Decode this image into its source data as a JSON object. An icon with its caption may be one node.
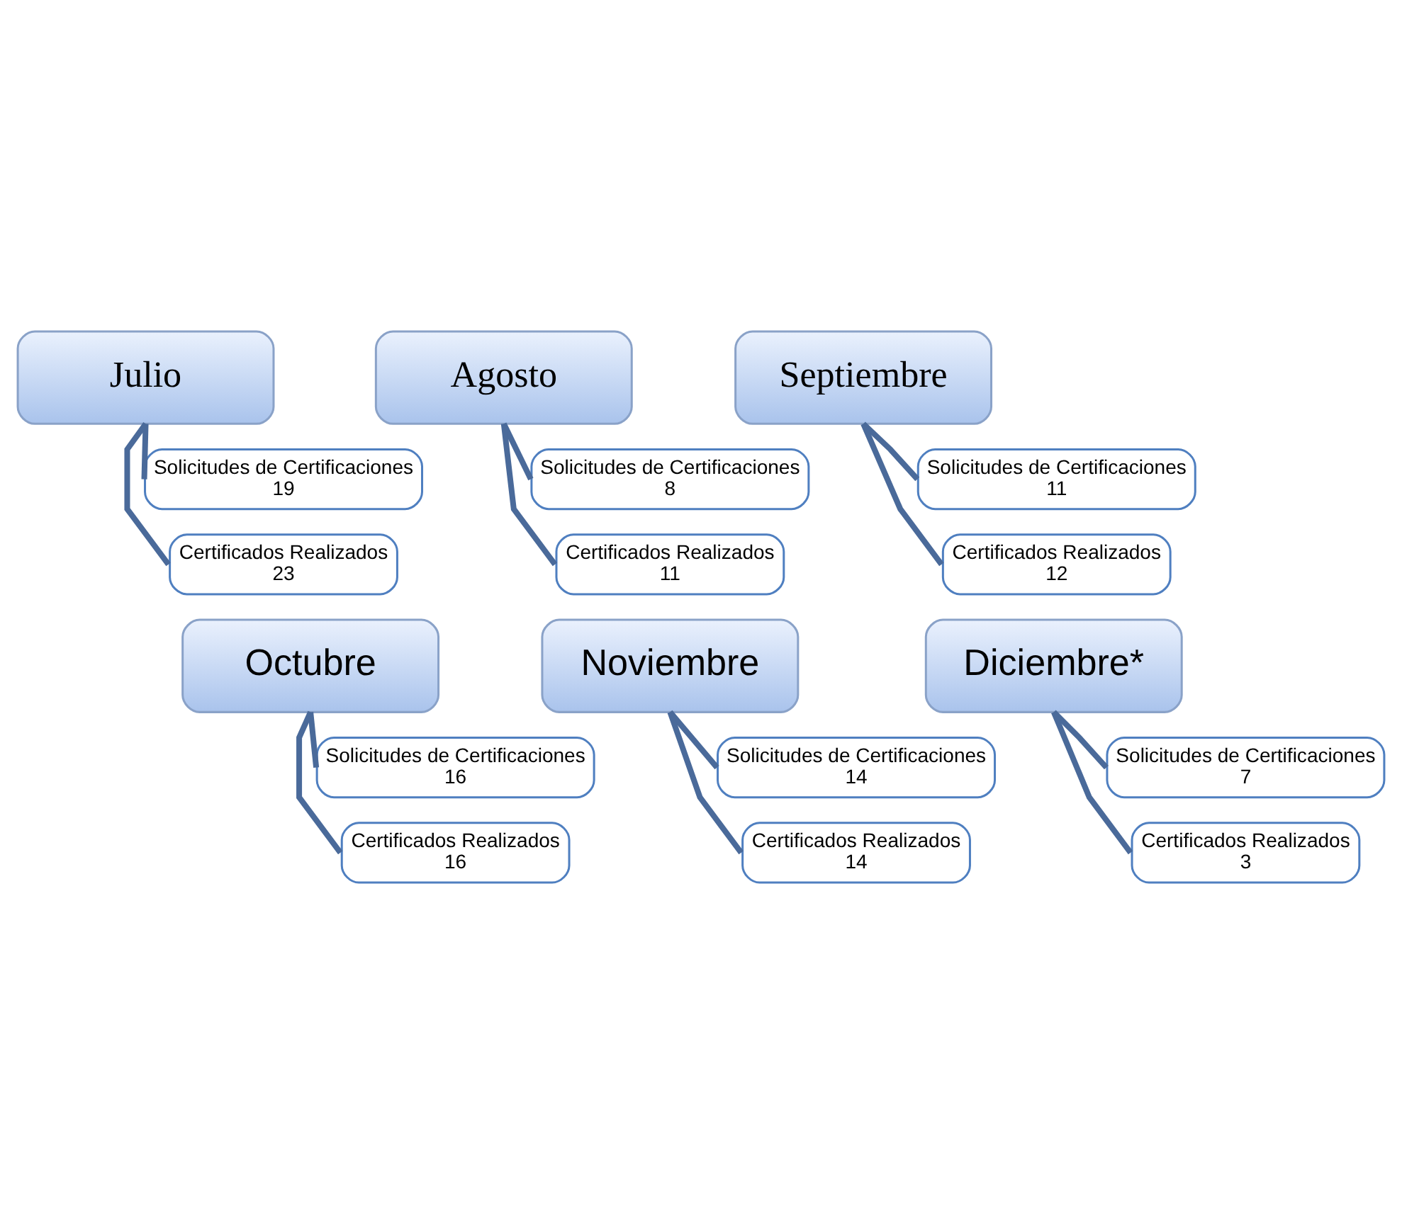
{
  "diagram": {
    "nodes": [
      {
        "text": [
          "Julio"
        ]
      },
      {
        "text": [
          "Solicitudes de Certificaciones",
          "19"
        ]
      },
      {
        "text": [
          "Certificados Realizados",
          "23"
        ]
      },
      {
        "text": [
          "Agosto"
        ]
      },
      {
        "text": [
          "Solicitudes de Certificaciones",
          "8"
        ]
      },
      {
        "text": [
          "Certificados Realizados",
          "11"
        ]
      },
      {
        "text": [
          "Septiembre"
        ]
      },
      {
        "text": [
          "Solicitudes de Certificaciones",
          "11"
        ]
      },
      {
        "text": [
          "Certificados Realizados",
          "12"
        ]
      },
      {
        "text": [
          "Octubre"
        ]
      },
      {
        "text": [
          "Solicitudes de Certificaciones",
          "16"
        ]
      },
      {
        "text": [
          "Certificados Realizados",
          "16"
        ]
      },
      {
        "text": [
          "Noviembre"
        ]
      },
      {
        "text": [
          "Solicitudes de Certificaciones",
          "14"
        ]
      },
      {
        "text": [
          "Certificados Realizados",
          "14"
        ]
      },
      {
        "text": [
          "Diciembre*"
        ]
      },
      {
        "text": [
          "Solicitudes de Certificaciones",
          "7"
        ]
      },
      {
        "text": [
          "Certificados Realizados",
          "3"
        ]
      }
    ],
    "edges": [
      {
        "from": 0,
        "to": 1,
        "arrow": "none"
      },
      {
        "from": 0,
        "to": 2,
        "arrow": "none"
      },
      {
        "from": 3,
        "to": 4,
        "arrow": "none"
      },
      {
        "from": 3,
        "to": 5,
        "arrow": "none"
      },
      {
        "from": 6,
        "to": 7,
        "arrow": "none"
      },
      {
        "from": 6,
        "to": 8,
        "arrow": "none"
      },
      {
        "from": 9,
        "to": 10,
        "arrow": "none"
      },
      {
        "from": 9,
        "to": 11,
        "arrow": "none"
      },
      {
        "from": 12,
        "to": 13,
        "arrow": "none"
      },
      {
        "from": 12,
        "to": 14,
        "arrow": "none"
      },
      {
        "from": 15,
        "to": 16,
        "arrow": "none"
      },
      {
        "from": 15,
        "to": 17,
        "arrow": "none"
      }
    ]
  }
}
